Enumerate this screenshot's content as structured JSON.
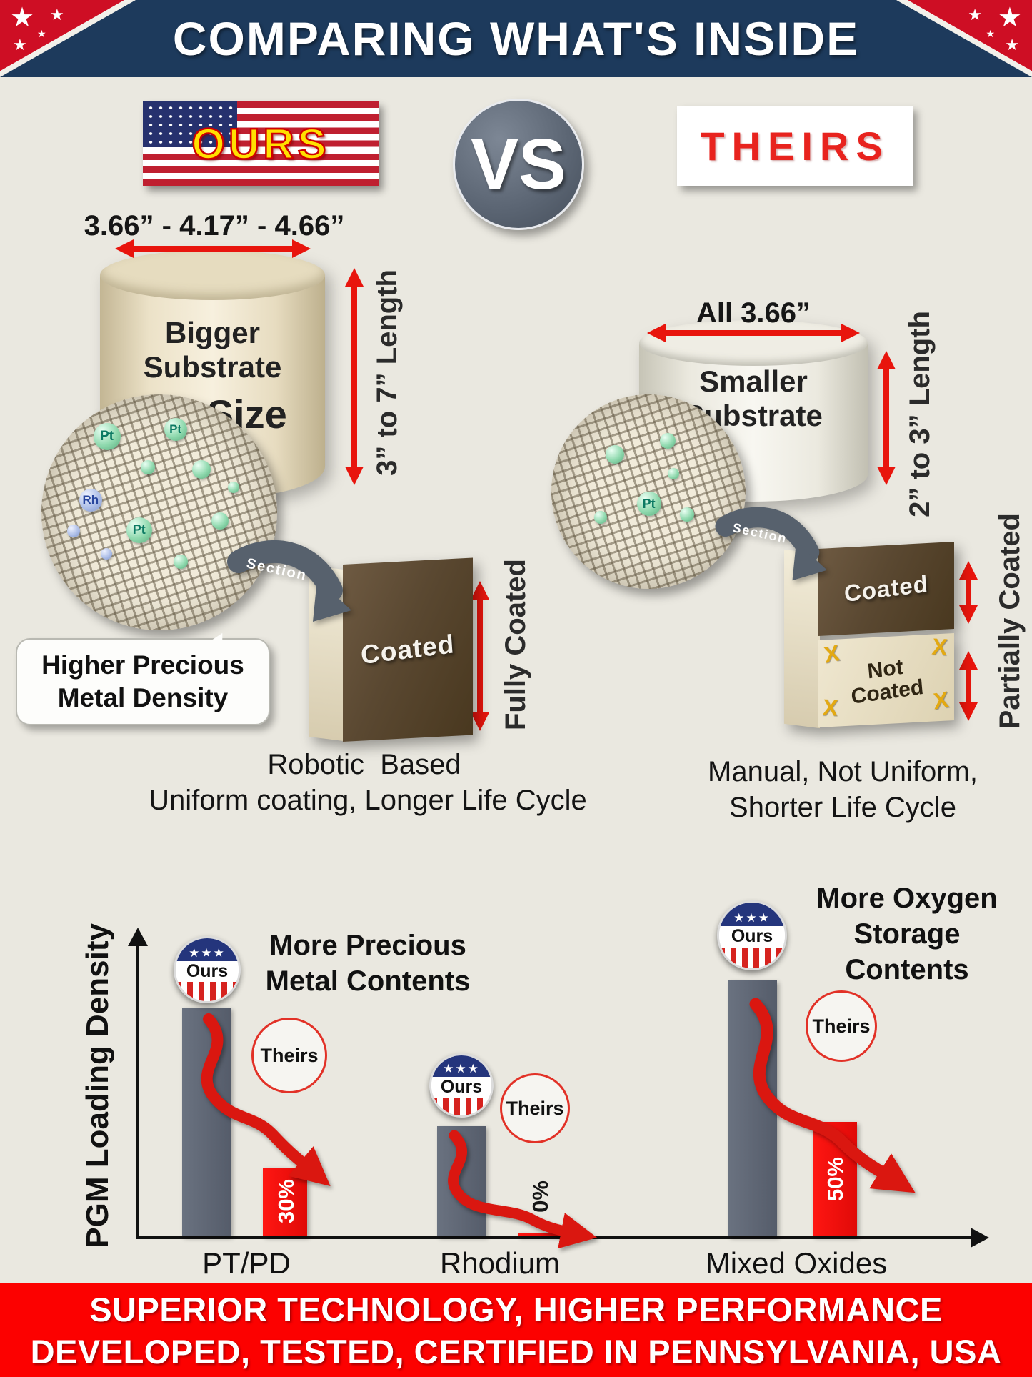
{
  "header": {
    "title": "COMPARING WHAT'S INSIDE",
    "star": "★"
  },
  "versus": {
    "ours": "OURS",
    "vs": "VS",
    "theirs": "THEIRS"
  },
  "ours": {
    "diameter": "3.66” - 4.17” - 4.66”",
    "substrate_line1": "Bigger",
    "substrate_line2": "Substrate",
    "substrate_line3": "OE Size",
    "length": "3” to 7” Length",
    "particles": [
      "Pt",
      "Pt",
      "Rh",
      "Pt"
    ],
    "density_note": "Higher Precious Metal Density",
    "section": "Section",
    "coated": "Coated",
    "coating": "Fully Coated",
    "caption_line1": "Robotic  Based",
    "caption_line2": "Uniform coating, Longer Life Cycle"
  },
  "theirs": {
    "diameter": "All 3.66”",
    "substrate_line1": "Smaller",
    "substrate_line2": "Substrate",
    "length": "2” to 3” Length",
    "particles": [
      "Pt"
    ],
    "section": "Section",
    "coated": "Coated",
    "not_coated": "Not Coated",
    "x_mark": "X",
    "coating": "Partially Coated",
    "caption_line1": "Manual, Not Uniform,",
    "caption_line2": "Shorter Life Cycle"
  },
  "chart": {
    "ours_badge": "Ours",
    "theirs_badge": "Theirs",
    "badge_stars": "★★★"
  },
  "chart_data": {
    "type": "bar",
    "categories": [
      "PT/PD",
      "Rhodium",
      "Mixed Oxides"
    ],
    "series": [
      {
        "name": "Ours",
        "values": [
          100,
          48,
          112
        ]
      },
      {
        "name": "Theirs",
        "values": [
          30,
          0,
          50
        ]
      }
    ],
    "value_labels": [
      "30%",
      "0%",
      "50%"
    ],
    "ylabel": "PGM Loading Density",
    "xlabel": "",
    "annotations": [
      "More Precious Metal Contents",
      "More Oxygen Storage Contents"
    ],
    "legend_position": "none",
    "grid": false
  },
  "footer": {
    "line1": "SUPERIOR TECHNOLOGY, HIGHER PERFORMANCE",
    "line2": "DEVELOPED, TESTED, CERTIFIED IN PENNSYLVANIA, USA"
  }
}
